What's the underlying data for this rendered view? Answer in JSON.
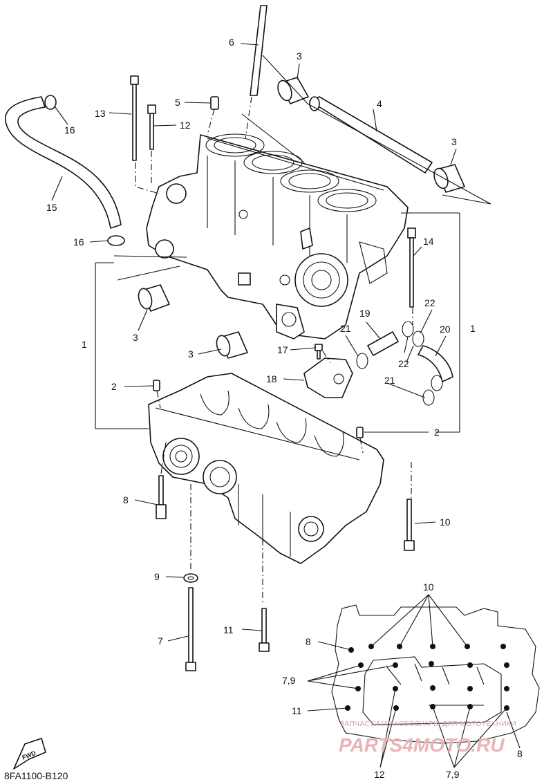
{
  "callouts": {
    "c1a": "1",
    "c1b": "1",
    "c2a": "2",
    "c2b": "2",
    "c3a": "3",
    "c3b": "3",
    "c3c": "3",
    "c3d": "3",
    "c4": "4",
    "c5": "5",
    "c6": "6",
    "c7": "7",
    "c8": "8",
    "c9": "9",
    "c10": "10",
    "c11": "11",
    "c12": "12",
    "c13": "13",
    "c14": "14",
    "c15": "15",
    "c16a": "16",
    "c16b": "16",
    "c17": "17",
    "c18": "18",
    "c19": "19",
    "c20": "20",
    "c21a": "21",
    "c21b": "21",
    "c22a": "22",
    "c22b": "22"
  },
  "inset_callouts": {
    "i10": "10",
    "i8a": "8",
    "i79a": "7,9",
    "i11": "11",
    "i12": "12",
    "i79b": "7,9",
    "i8b": "8"
  },
  "diagram_code": "8FA1100-B120",
  "fwd_label": "FWD",
  "watermark": {
    "line1": "ЗАПЧАСТИ И АКСЕССУАРЫ ДЛЯ МОТОТЕХНИКИ",
    "line2": "PARTS4MOTO.RU"
  }
}
